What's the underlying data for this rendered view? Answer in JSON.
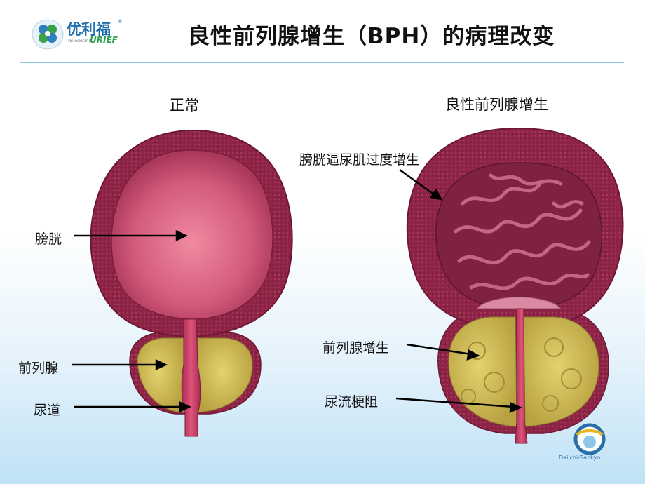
{
  "header": {
    "title": "良性前列腺增生（BPH）的病理改变",
    "logo": {
      "brand_cn": "优利福",
      "brand_en": "URIEF",
      "reg": "®",
      "tagline": "(Silodosin)"
    }
  },
  "panels": {
    "normal": {
      "heading": "正常",
      "labels": {
        "bladder": "膀胱",
        "prostate": "前列腺",
        "urethra": "尿道"
      }
    },
    "bph": {
      "heading": "良性前列腺增生",
      "labels": {
        "detrusor": "膀胱逼尿肌过度增生",
        "prostate": "前列腺增生",
        "obstruction": "尿流梗阻"
      }
    }
  },
  "footer": {
    "company": "Daiichi-Sankyo"
  },
  "colors": {
    "wall": "#8e2446",
    "wall_edge": "#6e1734",
    "lumen": "#d95d7e",
    "prostate": "#cdbb55",
    "accent": "#1d6fb0"
  }
}
